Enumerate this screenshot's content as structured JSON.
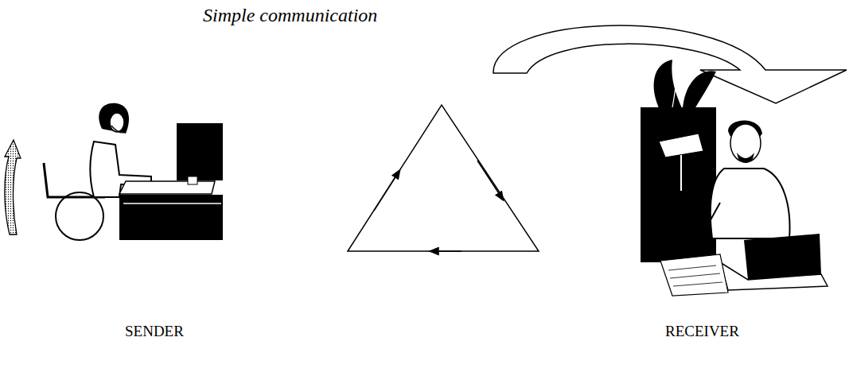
{
  "diagram": {
    "title": "Simple communication",
    "labels": [
      "SENDER",
      "RECEIVER"
    ]
  }
}
